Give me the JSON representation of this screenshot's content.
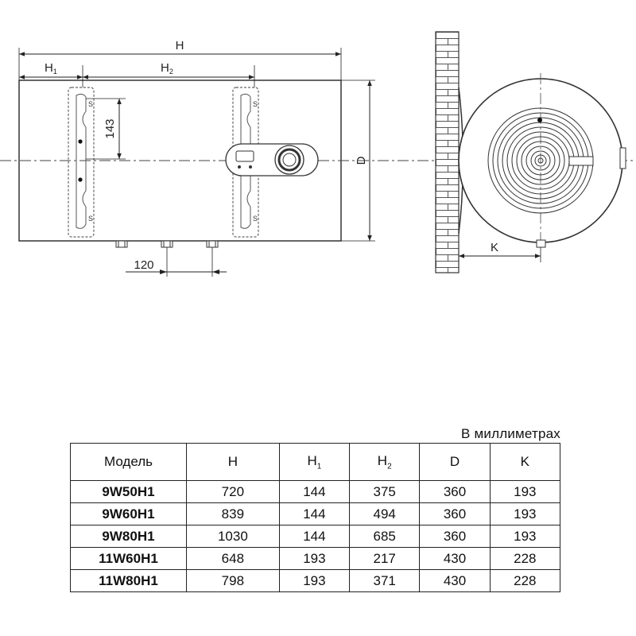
{
  "drawing": {
    "labels": {
      "H": "H",
      "H1": "H",
      "H1_sub": "1",
      "H2": "H",
      "H2_sub": "2",
      "D": "D",
      "K": "K",
      "dim_143": "143",
      "dim_120": "120"
    }
  },
  "table": {
    "units": "В миллиметрах",
    "headers": [
      {
        "text": "Модель",
        "sub": ""
      },
      {
        "text": "H",
        "sub": ""
      },
      {
        "text": "H",
        "sub": "1"
      },
      {
        "text": "H",
        "sub": "2"
      },
      {
        "text": "D",
        "sub": ""
      },
      {
        "text": "K",
        "sub": ""
      }
    ],
    "rows": [
      [
        "9W50H1",
        "720",
        "144",
        "375",
        "360",
        "193"
      ],
      [
        "9W60H1",
        "839",
        "144",
        "494",
        "360",
        "193"
      ],
      [
        "9W80H1",
        "1030",
        "144",
        "685",
        "360",
        "193"
      ],
      [
        "11W60H1",
        "648",
        "193",
        "217",
        "430",
        "228"
      ],
      [
        "11W80H1",
        "798",
        "193",
        "371",
        "430",
        "228"
      ]
    ]
  }
}
